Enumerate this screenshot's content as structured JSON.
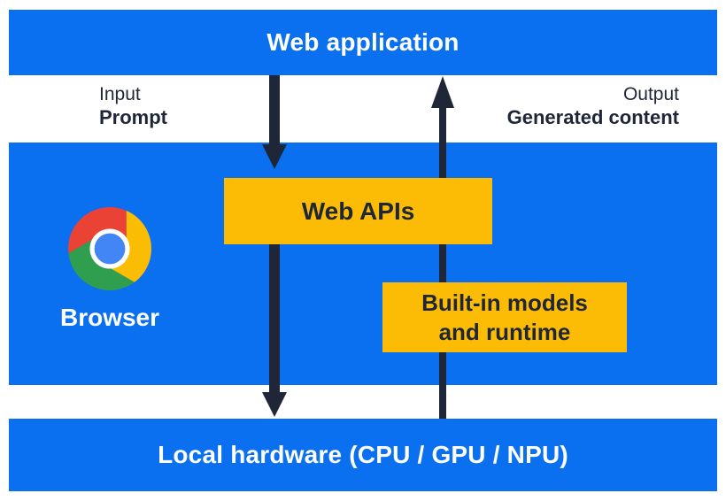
{
  "diagram": {
    "title_hint": "Browser built-in AI architecture",
    "top_bar": {
      "label": "Web application"
    },
    "flow_labels": {
      "input_caption": "Input",
      "input_label": "Prompt",
      "output_caption": "Output",
      "output_label": "Generated content"
    },
    "browser_section": {
      "browser_label": "Browser",
      "web_apis_box_label": "Web APIs",
      "builtin_box_line1": "Built-in models",
      "builtin_box_line2": "and runtime",
      "logo_icon": "chrome-logo"
    },
    "bottom_bar": {
      "label": "Local hardware (CPU / GPU / NPU)"
    },
    "colors": {
      "section_blue": "#0a70f0",
      "box_yellow": "#fcbc05",
      "ink_navy": "#1f2637",
      "text_white": "#ffffff",
      "chrome_red": "#ea4335",
      "chrome_yellow": "#fbbc04",
      "chrome_green": "#2f9e4f",
      "chrome_blue": "#4285f4"
    }
  }
}
